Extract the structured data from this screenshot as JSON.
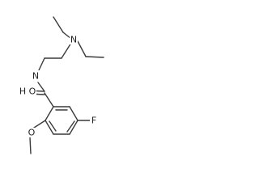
{
  "molecule": {
    "atoms": {
      "nitrogen_amine": "N",
      "nitrogen_amide": "N",
      "hydrogen_amide": "H",
      "oxygen_carbonyl": "O",
      "fluorine": "F",
      "oxygen_methoxy": "O"
    }
  }
}
